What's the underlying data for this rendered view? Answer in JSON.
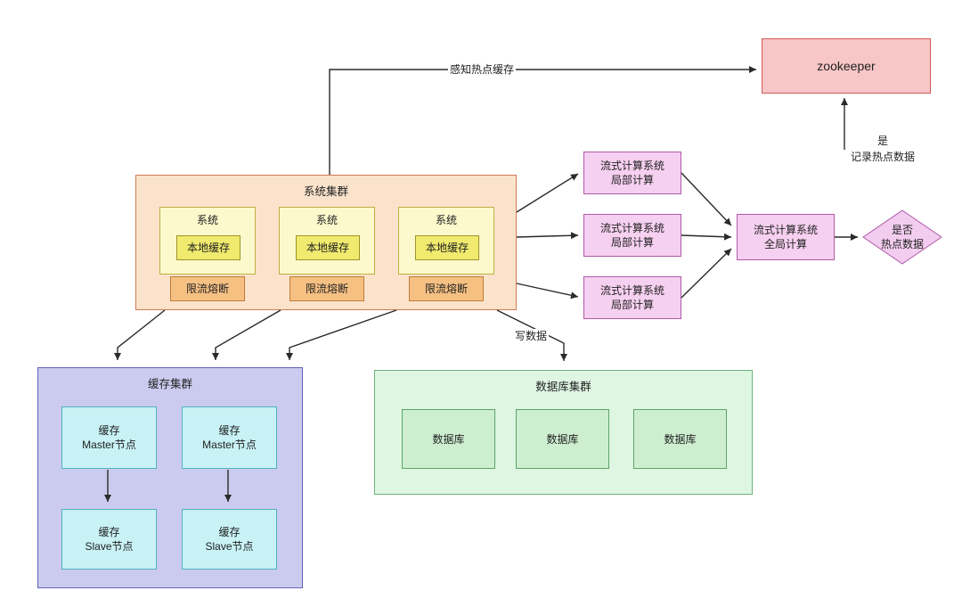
{
  "colors": {
    "zookeeper_fill": "#f8c6c6",
    "zookeeper_border": "#d05a5a",
    "system_cluster_fill": "#fbe3cb",
    "system_cluster_border": "#cf7a52",
    "system_fill": "#fcf9cc",
    "system_border": "#bfae44",
    "local_cache_fill": "#f0ea6e",
    "local_cache_border": "#9f942c",
    "rate_limit_fill": "#f6c083",
    "rate_limit_border": "#c07b36",
    "stream_fill": "#f6d0f0",
    "stream_border": "#af59a8",
    "cache_cluster_fill": "#cbcbf0",
    "cache_cluster_border": "#6262b8",
    "cache_node_fill": "#c8f2f6",
    "cache_node_border": "#51b0c0",
    "db_cluster_fill": "#def6e2",
    "db_cluster_border": "#6db37d",
    "db_fill": "#cdefd0",
    "db_border": "#5ba468",
    "edge_color": "#2a2a2a"
  },
  "labels": {
    "zookeeper": "zookeeper",
    "perceive_hot_cache": "感知热点缓存",
    "yes": "是",
    "record_hot_data": "记录热点数据",
    "write_data": "写数据"
  },
  "system_cluster": {
    "title": "系统集群",
    "systems": [
      {
        "title": "系统",
        "local_cache": "本地缓存",
        "rate_limit": "限流熔断"
      },
      {
        "title": "系统",
        "local_cache": "本地缓存",
        "rate_limit": "限流熔断"
      },
      {
        "title": "系统",
        "local_cache": "本地缓存",
        "rate_limit": "限流熔断"
      }
    ]
  },
  "stream_computing": {
    "local_nodes": [
      {
        "line1": "流式计算系统",
        "line2": "局部计算"
      },
      {
        "line1": "流式计算系统",
        "line2": "局部计算"
      },
      {
        "line1": "流式计算系统",
        "line2": "局部计算"
      }
    ],
    "global_node": {
      "line1": "流式计算系统",
      "line2": "全局计算"
    },
    "decision": {
      "line1": "是否",
      "line2": "热点数据"
    }
  },
  "cache_cluster": {
    "title": "缓存集群",
    "masters": [
      {
        "line1": "缓存",
        "line2": "Master节点"
      },
      {
        "line1": "缓存",
        "line2": "Master节点"
      }
    ],
    "slaves": [
      {
        "line1": "缓存",
        "line2": "Slave节点"
      },
      {
        "line1": "缓存",
        "line2": "Slave节点"
      }
    ]
  },
  "database_cluster": {
    "title": "数据库集群",
    "databases": [
      "数据库",
      "数据库",
      "数据库"
    ]
  }
}
